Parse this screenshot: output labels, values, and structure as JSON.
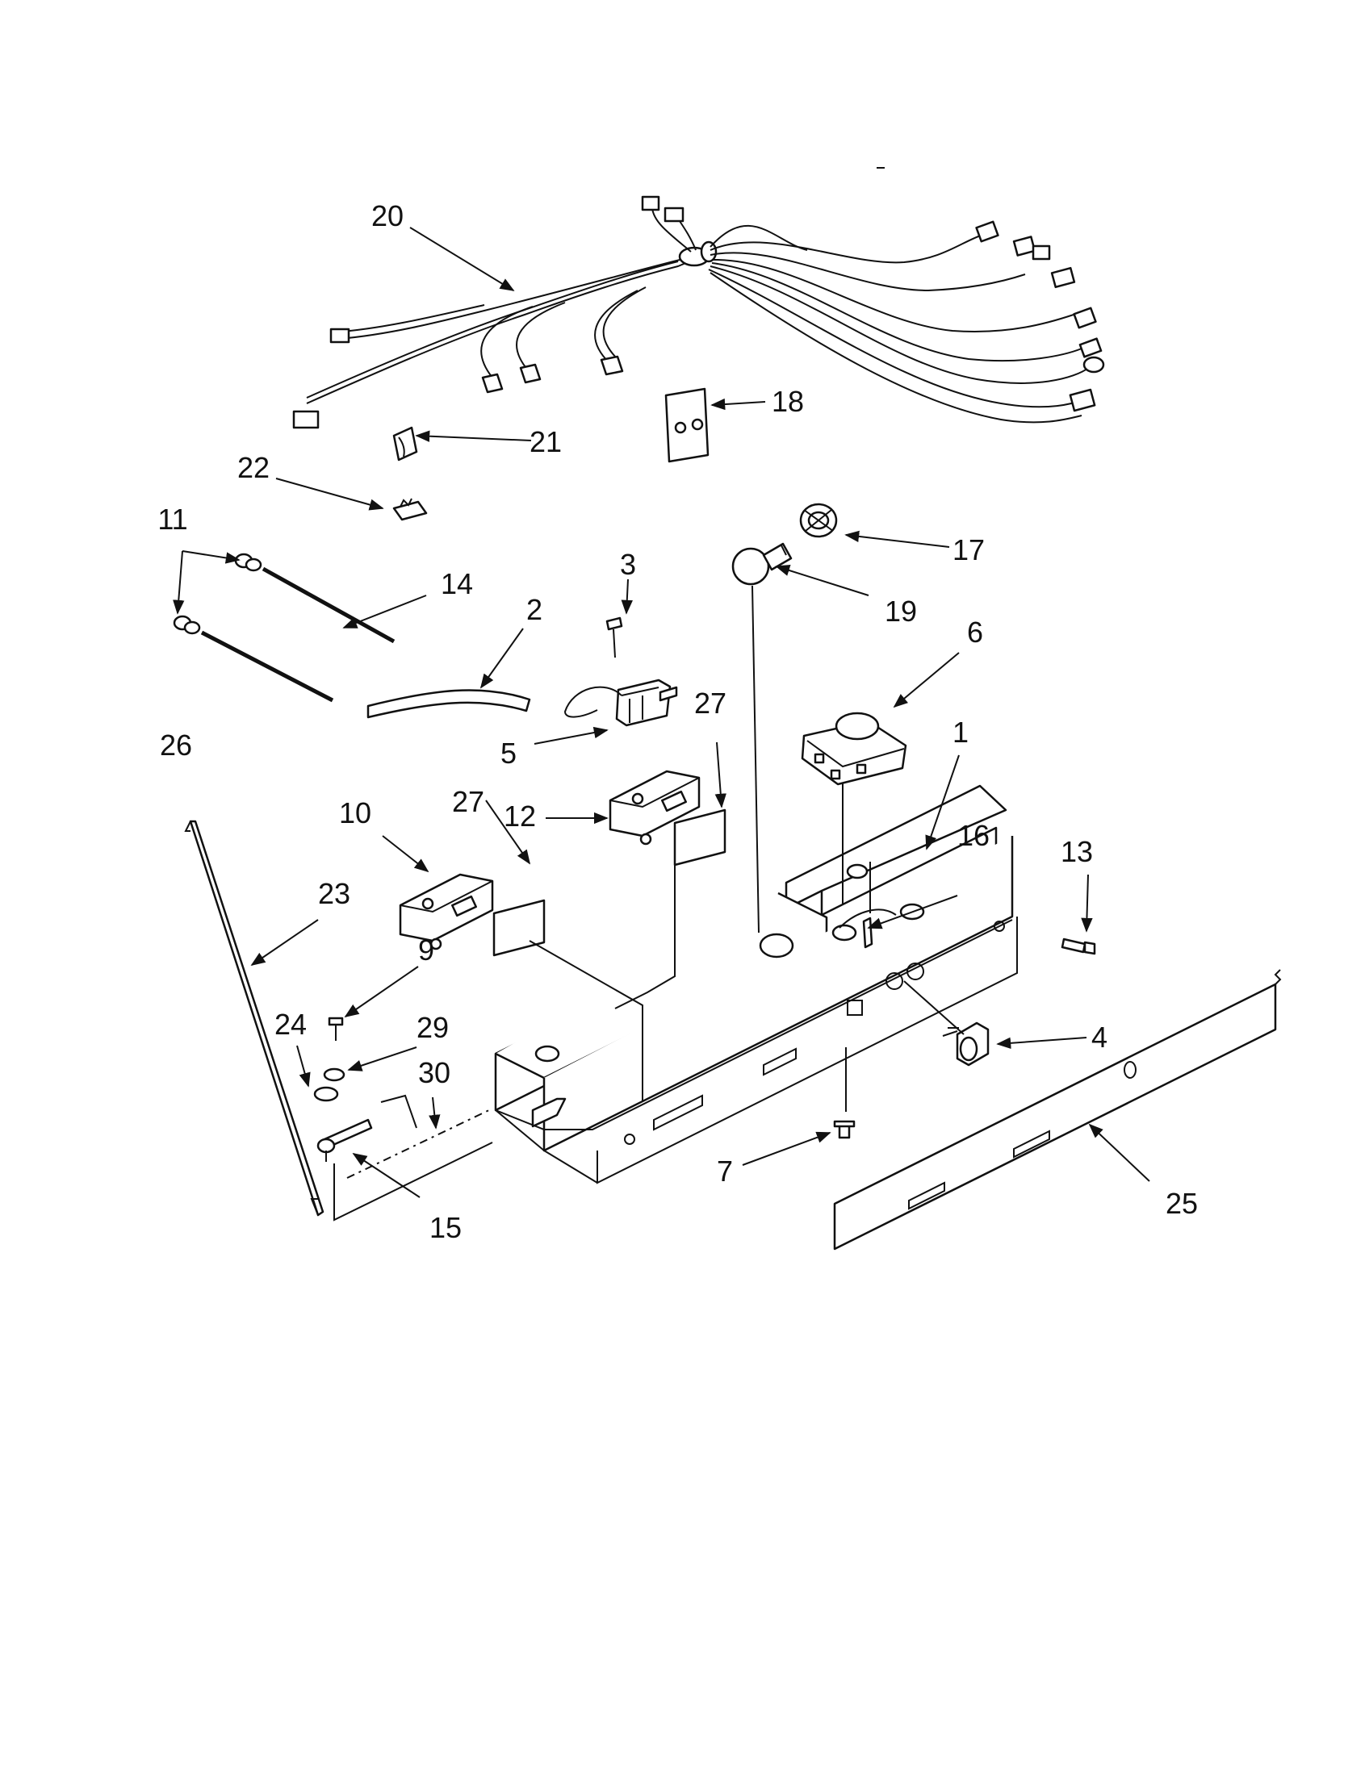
{
  "diagram": {
    "colors": {
      "ink": "#111111",
      "paper": "#ffffff"
    },
    "callouts": {
      "c1": "1",
      "c2": "2",
      "c3": "3",
      "c4": "4",
      "c5": "5",
      "c6": "6",
      "c7": "7",
      "c9": "9",
      "c10": "10",
      "c11": "11",
      "c12": "12",
      "c13": "13",
      "c14": "14",
      "c15": "15",
      "c16": "16",
      "c17": "17",
      "c18": "18",
      "c19": "19",
      "c20": "20",
      "c21": "21",
      "c22": "22",
      "c23": "23",
      "c24": "24",
      "c25": "25",
      "c26": "26",
      "c27a": "27",
      "c27b": "27",
      "c29": "29",
      "c30": "30"
    }
  }
}
